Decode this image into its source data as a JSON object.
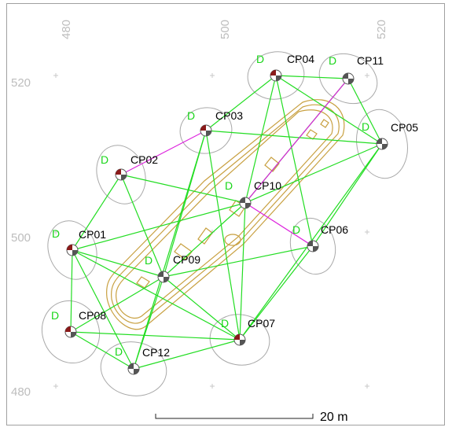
{
  "axes": {
    "x_ticks": [
      "480",
      "500",
      "520"
    ],
    "y_ticks": [
      "520",
      "500",
      "480"
    ]
  },
  "scale_bar": {
    "label": "20 m"
  },
  "points": [
    {
      "id": "CP01",
      "label": "CP01",
      "flag": "D"
    },
    {
      "id": "CP02",
      "label": "CP02",
      "flag": "D"
    },
    {
      "id": "CP03",
      "label": "CP03",
      "flag": "D"
    },
    {
      "id": "CP04",
      "label": "CP04",
      "flag": "D"
    },
    {
      "id": "CP05",
      "label": "CP05",
      "flag": "D"
    },
    {
      "id": "CP06",
      "label": "CP06",
      "flag": "D"
    },
    {
      "id": "CP07",
      "label": "CP07",
      "flag": "D"
    },
    {
      "id": "CP08",
      "label": "CP08",
      "flag": "D"
    },
    {
      "id": "CP09",
      "label": "CP09",
      "flag": "D"
    },
    {
      "id": "CP10",
      "label": "CP10",
      "flag": "D"
    },
    {
      "id": "CP11",
      "label": "CP11",
      "flag": "D"
    },
    {
      "id": "CP12",
      "label": "CP12",
      "flag": "D"
    }
  ],
  "colors": {
    "observation_line": "#22dd22",
    "link_line": "#dd22dd",
    "structure": "#c8a040",
    "ellipse": "#a8a8a8",
    "frame": "#a0a0a0",
    "marker_red": "#8b1a1a"
  }
}
